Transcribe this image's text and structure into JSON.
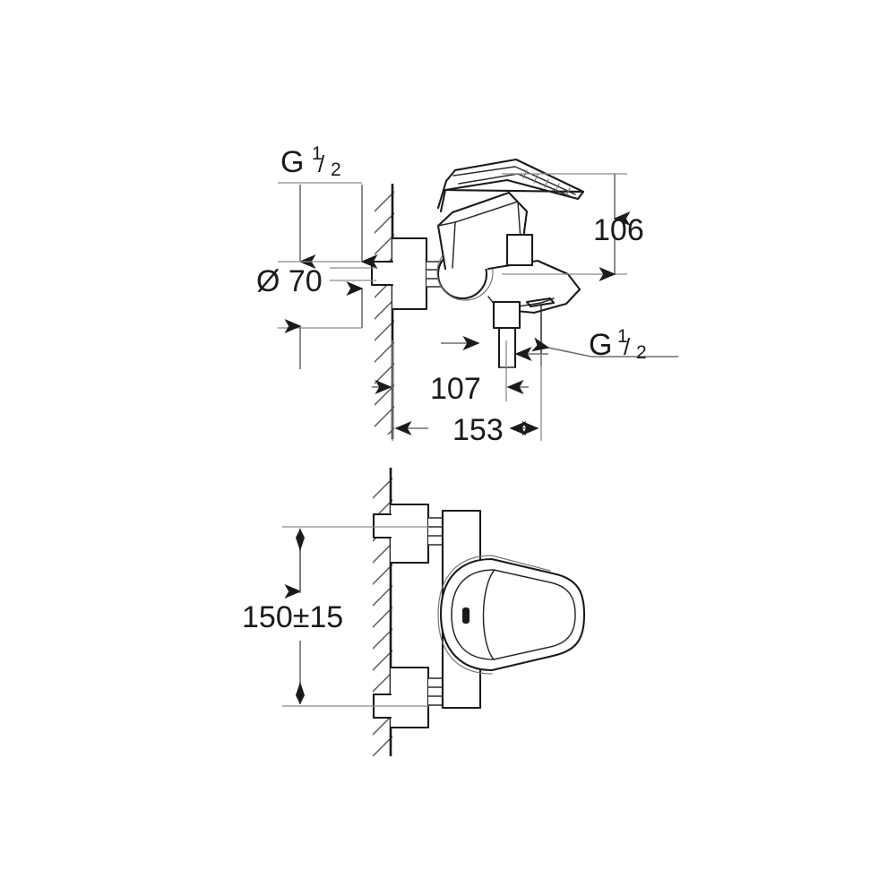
{
  "document": {
    "type": "technical-dimension-drawing",
    "subject": "Wall-mounted single-lever bath/shower mixer",
    "background_color": "#ffffff",
    "line_color": "#1a1a1a",
    "dimension_line_color": "#6f6f6f"
  },
  "views": [
    {
      "id": "side-view",
      "name": "Side elevation with spout",
      "labels": [
        {
          "id": "thread-top",
          "text": "G",
          "sup": "1",
          "sub": "2",
          "kind": "thread-callout"
        },
        {
          "id": "flange-dia",
          "text": "Ø 70",
          "kind": "diameter"
        },
        {
          "id": "height-106",
          "text": "106",
          "kind": "linear"
        },
        {
          "id": "depth-107",
          "text": "107",
          "kind": "linear"
        },
        {
          "id": "depth-153",
          "text": "153",
          "kind": "linear"
        },
        {
          "id": "thread-bottom",
          "text": "G",
          "sup": "1",
          "sub": "2",
          "kind": "thread-callout"
        }
      ]
    },
    {
      "id": "front-view",
      "name": "Front elevation with lever handle",
      "labels": [
        {
          "id": "centres-150",
          "text": "150±15",
          "kind": "linear-tolerance"
        }
      ]
    }
  ],
  "annotations": {
    "thread_label": "G",
    "thread_numerator": "1",
    "thread_denominator": "2",
    "diameter_symbol": "Ø",
    "diameter_value": "70",
    "diameter_full": "Ø 70",
    "height_106": "106",
    "depth_107": "107",
    "depth_153": "153",
    "centres_150": "150±15"
  }
}
